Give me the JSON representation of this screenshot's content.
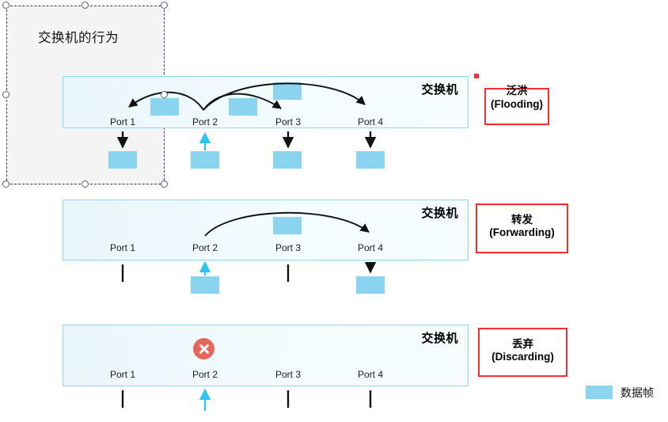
{
  "slide": {
    "title": "交换机的行为"
  },
  "colors": {
    "frame": "#8ad4f0",
    "panel_border": "#8fd6f2",
    "callout_border": "#ff2c2c",
    "discard_red": "#e4675c",
    "inbound_arrow": "#2ec4f5",
    "outbound_arrow": "#111111"
  },
  "panels": [
    {
      "id": "flooding",
      "switch_label": "交换机",
      "ports": [
        "Port 1",
        "Port 2",
        "Port 3",
        "Port 4"
      ],
      "ingress_port": "Port 2",
      "egress_ports": [
        "Port 1",
        "Port 3",
        "Port 4"
      ],
      "internal_frames": 3,
      "external_frames": [
        "Port 1",
        "Port 2",
        "Port 3",
        "Port 4"
      ]
    },
    {
      "id": "forwarding",
      "switch_label": "交换机",
      "ports": [
        "Port 1",
        "Port 2",
        "Port 3",
        "Port 4"
      ],
      "ingress_port": "Port 2",
      "egress_ports": [
        "Port 4"
      ],
      "internal_frames": 1,
      "external_frames": [
        "Port 2",
        "Port 4"
      ]
    },
    {
      "id": "discarding",
      "switch_label": "交换机",
      "ports": [
        "Port 1",
        "Port 2",
        "Port 3",
        "Port 4"
      ],
      "ingress_port": "Port 2",
      "egress_ports": [],
      "internal_frames": 0,
      "external_frames": []
    }
  ],
  "callouts": [
    {
      "cn": "泛洪",
      "en": "(Flooding)"
    },
    {
      "cn": "转发",
      "en": "(Forwarding)"
    },
    {
      "cn": "丢弃",
      "en": "(Discarding)"
    }
  ],
  "legend": {
    "label": "数据帧"
  }
}
